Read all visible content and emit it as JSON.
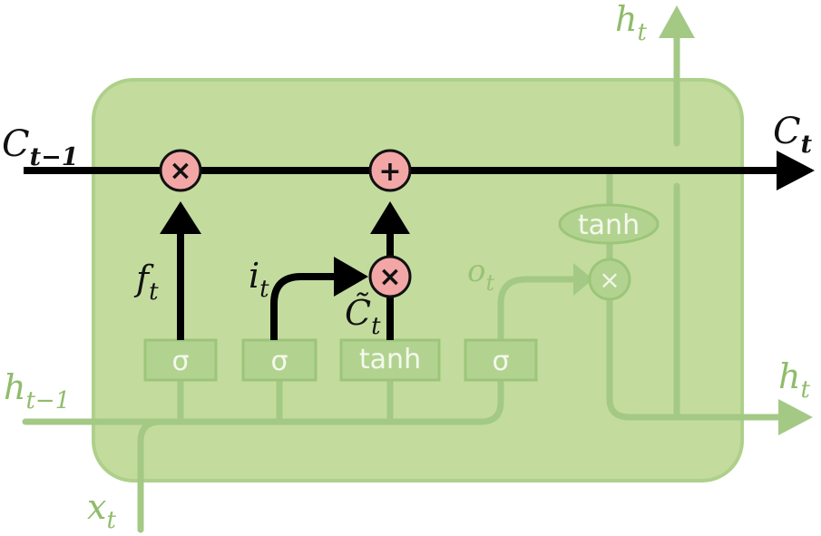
{
  "labels": {
    "h_top": "h",
    "h_top_sub": "t",
    "c_in": "C",
    "c_in_sub": "t−1",
    "c_out": "C",
    "c_out_sub": "t",
    "h_in": "h",
    "h_in_sub": "t−1",
    "h_out": "h",
    "h_out_sub": "t",
    "x_in": "x",
    "x_in_sub": "t",
    "f": "f",
    "f_sub": "t",
    "i": "i",
    "i_sub": "t",
    "o": "o",
    "o_sub": "t",
    "c_tilde": "C̃",
    "c_tilde_sub": "t"
  },
  "gates": {
    "forget": "σ",
    "input": "σ",
    "candidate": "tanh",
    "output": "σ",
    "cell_tanh": "tanh"
  },
  "ops": {
    "forget_mul": "×",
    "input_add": "+",
    "input_mul": "×",
    "output_mul": "×"
  },
  "colors": {
    "cell_fill": "#c3dc9e",
    "cell_stroke": "#a7cc82",
    "faded_line": "#9cc47a",
    "active_line": "#000000",
    "op_fill": "#f0a5a5",
    "label_green": "#8fbc6a"
  }
}
